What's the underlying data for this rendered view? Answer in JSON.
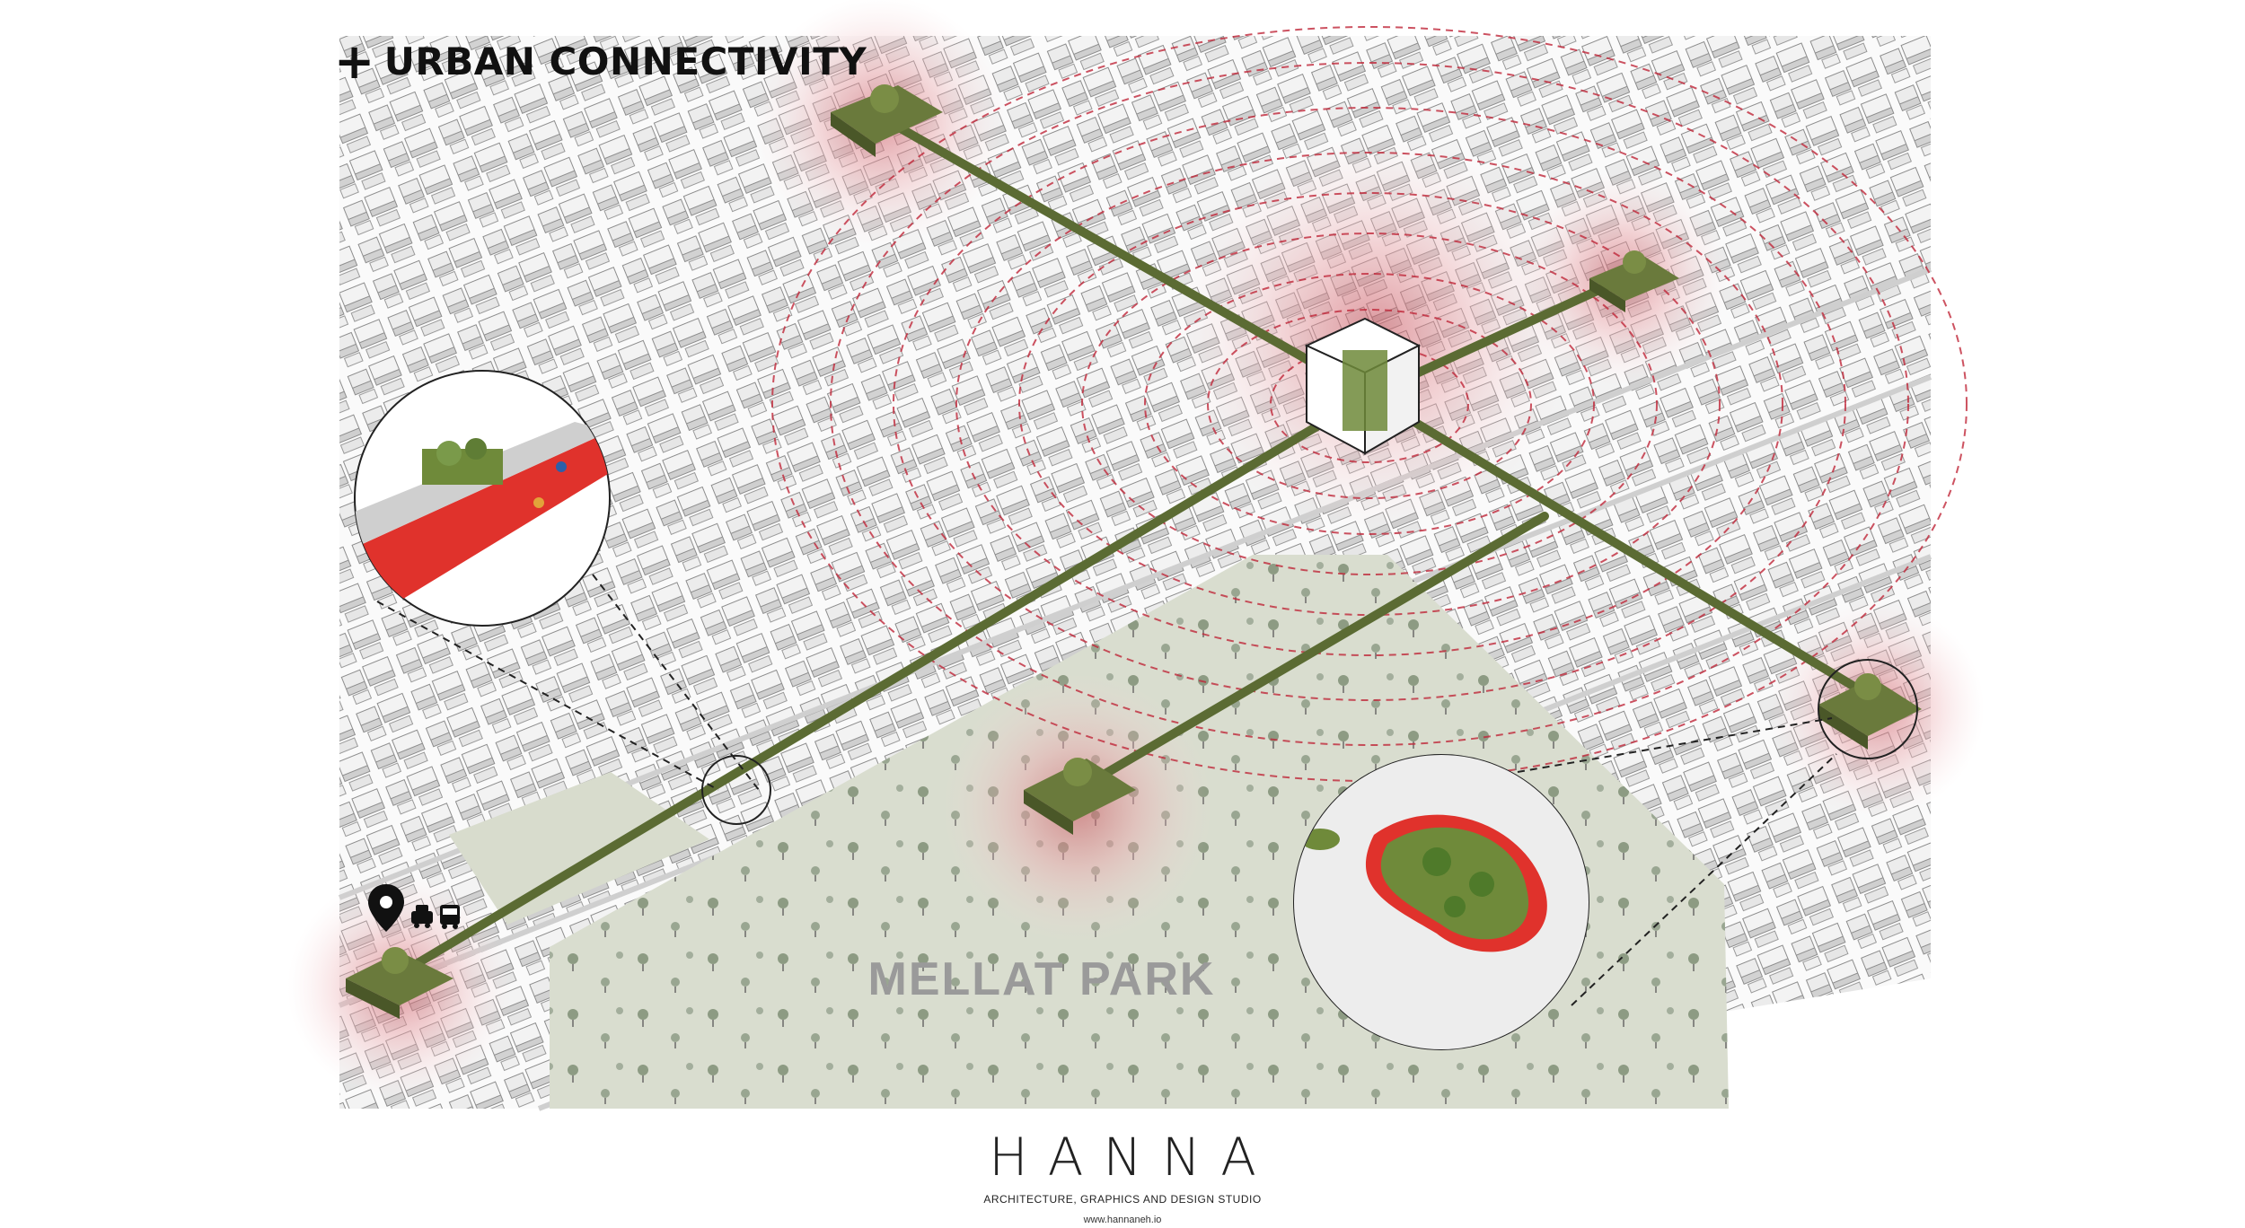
{
  "title": {
    "text": "URBAN CONNECTIVITY",
    "plus_icon": "plus-icon"
  },
  "map": {
    "park_label": "MELLAT PARK",
    "colors": {
      "background": "#ffffff",
      "buildings": "#f2f2f2",
      "building_edge": "#8a8a8a",
      "park": "#d9ddcf",
      "bridge": "#5b6b33",
      "halo": "#e8a8aa",
      "ripple": "#c0283a",
      "track_red": "#e0322c"
    },
    "icons": [
      "location-pin-icon",
      "taxi-icon",
      "bus-icon"
    ]
  },
  "logo": {
    "brand": "HANNA",
    "tagline": "ARCHITECTURE, GRAPHICS AND DESIGN STUDIO",
    "url": "www.hannaneh.io"
  }
}
